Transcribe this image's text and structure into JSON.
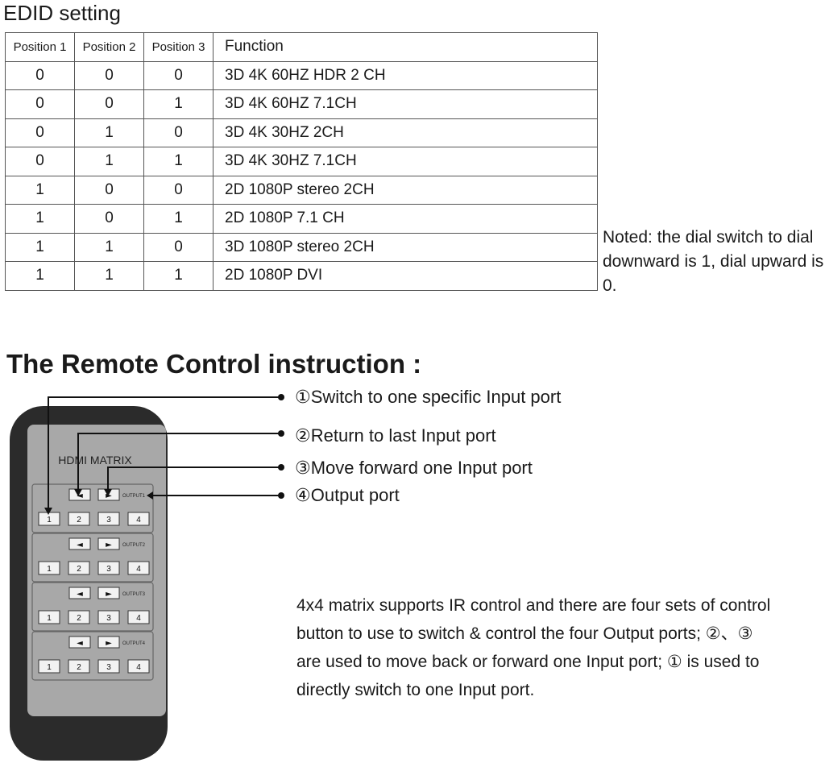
{
  "edid": {
    "title": "EDID setting",
    "headers": [
      "Position 1",
      "Position 2",
      "Position 3",
      "Function"
    ],
    "rows": [
      [
        "0",
        "0",
        "0",
        "3D 4K 60HZ HDR 2 CH"
      ],
      [
        "0",
        "0",
        "1",
        "3D 4K 60HZ 7.1CH"
      ],
      [
        "0",
        "1",
        "0",
        "3D 4K 30HZ 2CH"
      ],
      [
        "0",
        "1",
        "1",
        "3D 4K 30HZ 7.1CH"
      ],
      [
        "1",
        "0",
        "0",
        "2D 1080P stereo 2CH"
      ],
      [
        "1",
        "0",
        "1",
        "2D 1080P 7.1 CH"
      ],
      [
        "1",
        "1",
        "0",
        "3D 1080P stereo 2CH"
      ],
      [
        "1",
        "1",
        "1",
        "2D 1080P DVI"
      ]
    ],
    "note": "Noted: the dial switch to dial downward is 1, dial upward is 0."
  },
  "remote_section": {
    "heading": "The Remote Control instruction :",
    "callouts": [
      "①Switch to one specific Input port",
      "②Return to last Input port",
      "③Move forward one Input port",
      "④Output port"
    ],
    "description": "4x4 matrix supports IR control and there are four sets of control button to use to switch & control the four Output ports; ②、③ are used to move back or forward one Input port; ① is used to directly switch to one Input port."
  },
  "remote": {
    "label": "HDMI MATRIX",
    "left_arrow": "◄",
    "right_arrow": "►",
    "groups": [
      {
        "output_label": "OUTPUT1",
        "buttons": [
          "1",
          "2",
          "3",
          "4"
        ]
      },
      {
        "output_label": "OUTPUT2",
        "buttons": [
          "1",
          "2",
          "3",
          "4"
        ]
      },
      {
        "output_label": "OUTPUT3",
        "buttons": [
          "1",
          "2",
          "3",
          "4"
        ]
      },
      {
        "output_label": "OUTPUT4",
        "buttons": [
          "1",
          "2",
          "3",
          "4"
        ]
      }
    ]
  },
  "colors": {
    "remote_body": "#2b2b2b",
    "remote_panel": "#a8a8a8",
    "button_face": "#f2f2f2"
  }
}
